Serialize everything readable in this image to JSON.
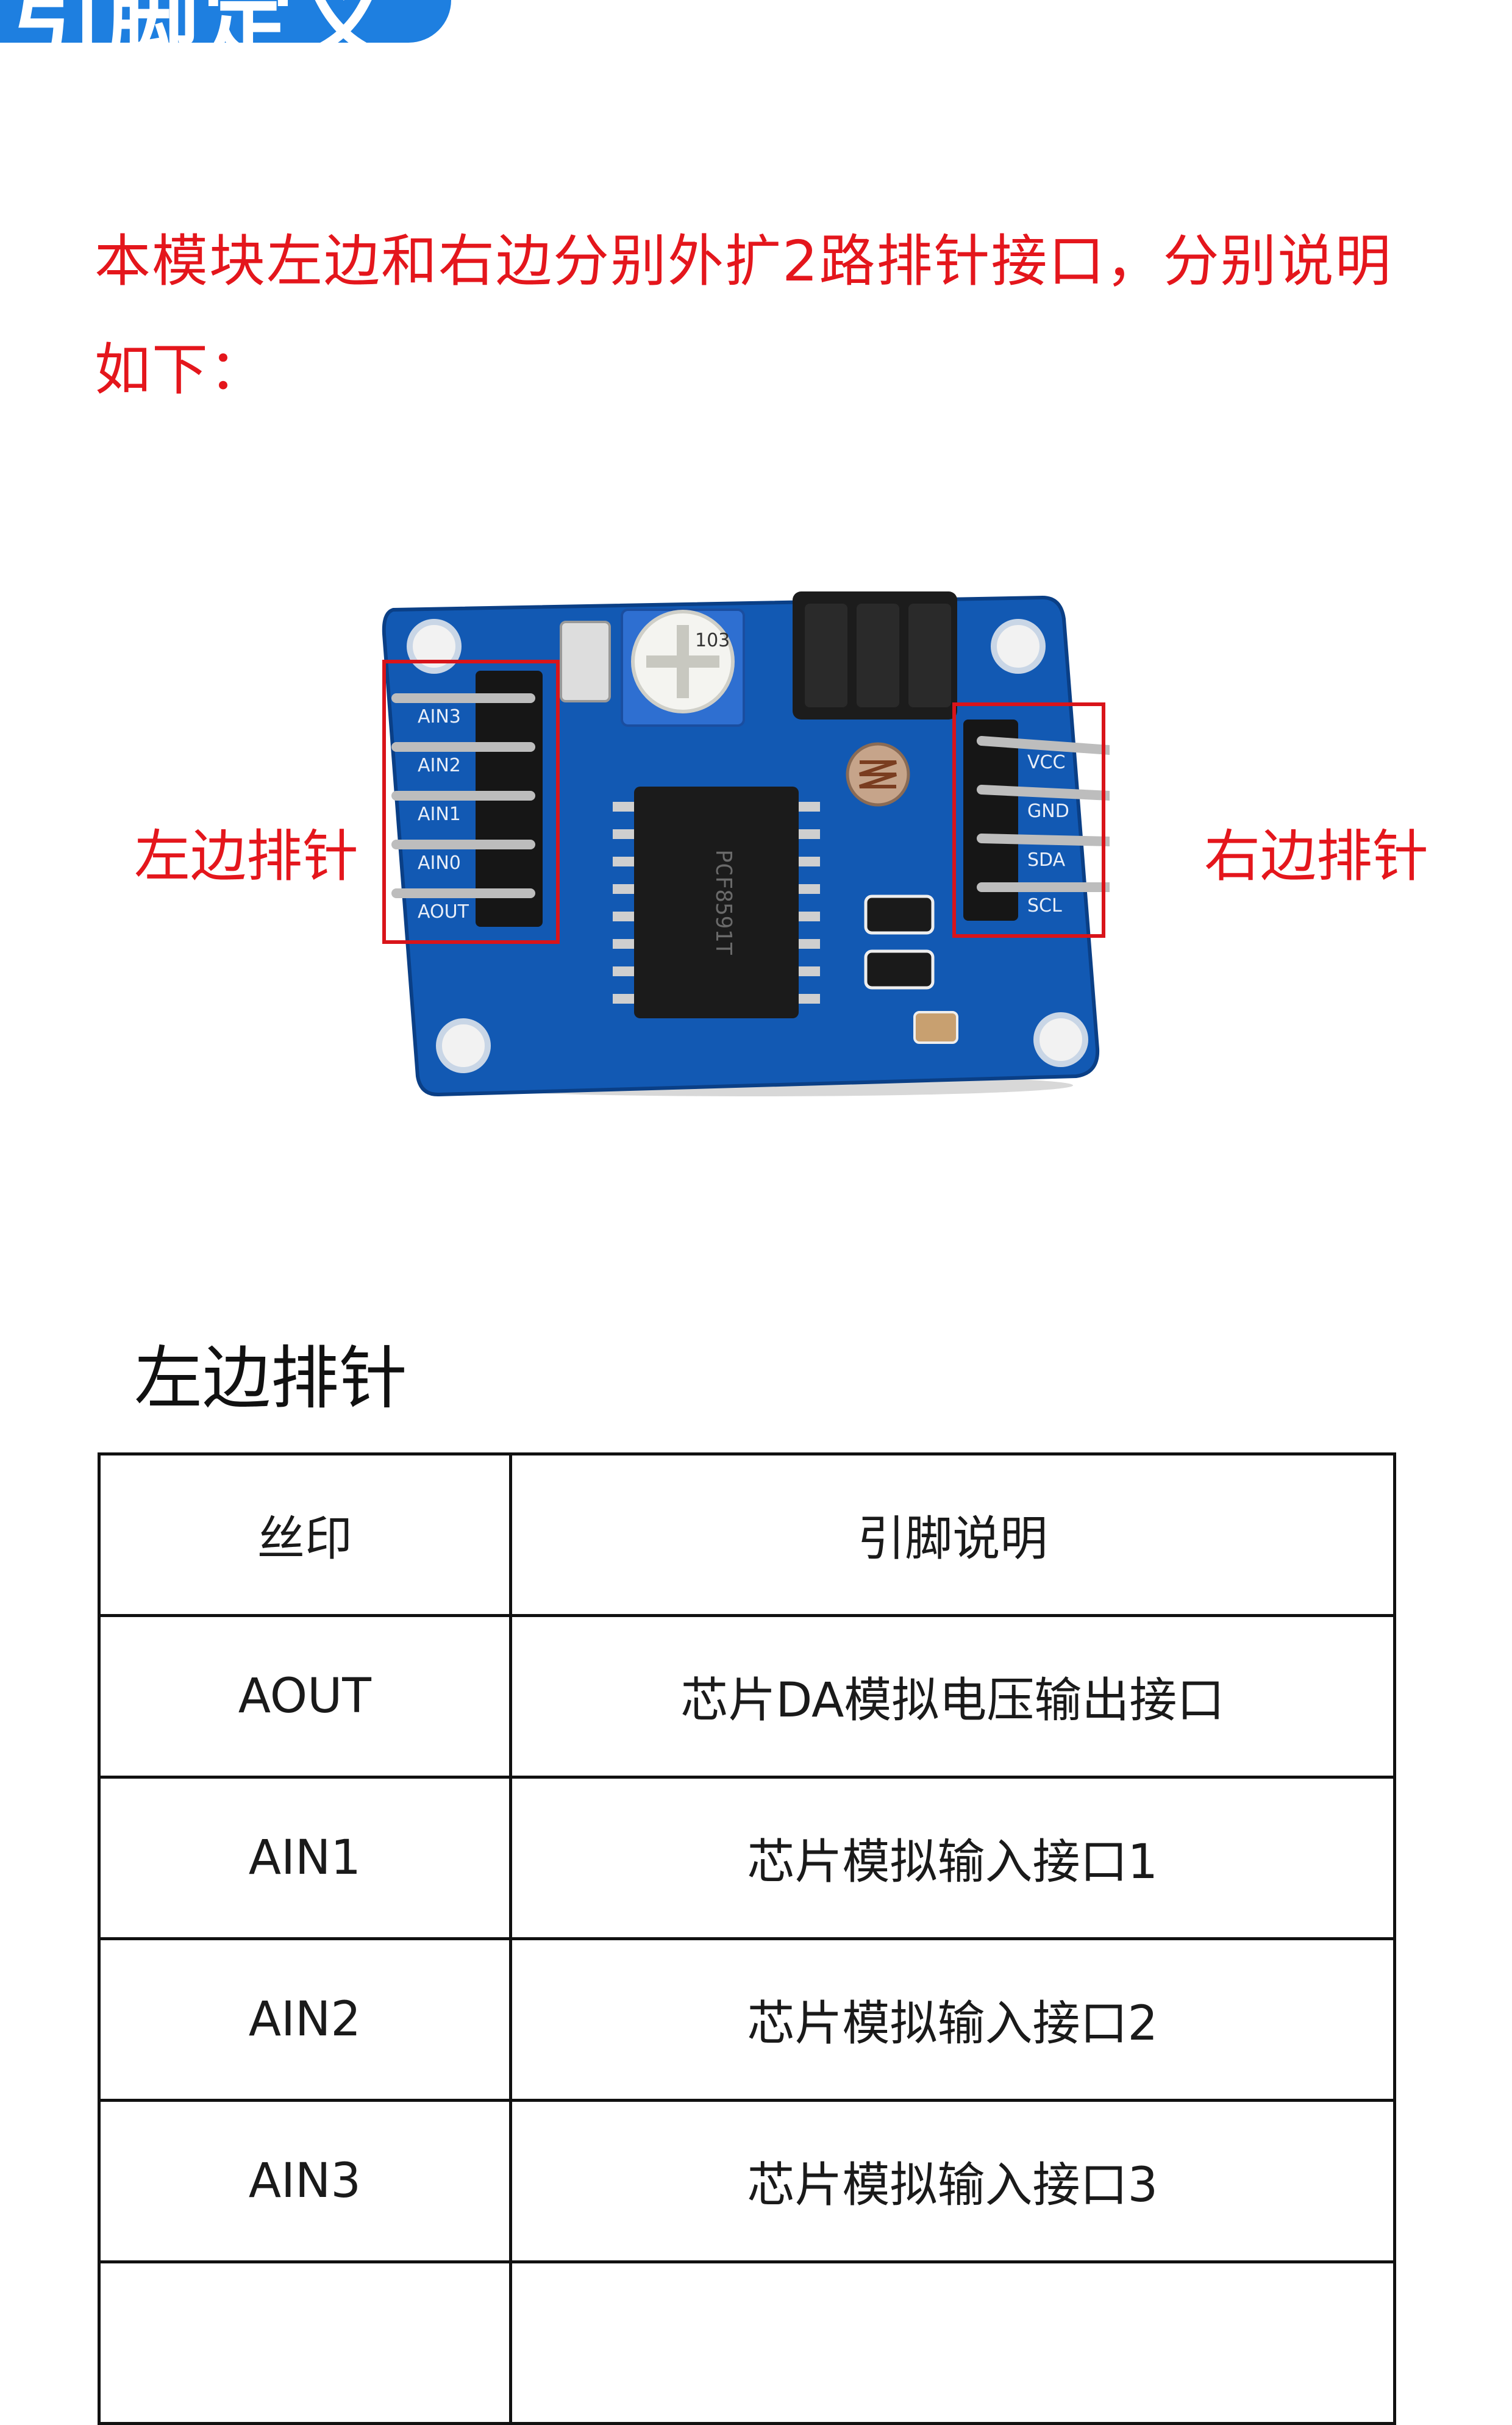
{
  "header": {
    "title": "引脚定义",
    "accent_color": "#1e7fe0"
  },
  "intro": {
    "line1": "本模块左边和右边分别外扩2路排针接口，分别说明",
    "line2": "如下：",
    "color": "#e4161c"
  },
  "photo": {
    "left_label": "左边排针",
    "right_label": "右边排针",
    "chip_text": "PCF8591T",
    "pot_text": "103",
    "left_pins": [
      "AIN3",
      "AIN2",
      "AIN1",
      "AIN0",
      "AOUT"
    ],
    "right_pins": [
      "VCC",
      "GND",
      "SDA",
      "SCL"
    ],
    "board_color": "#1259b3",
    "highlight_color": "#d9141a"
  },
  "left_header_section": {
    "title": "左边排针",
    "columns": [
      "丝印",
      "引脚说明"
    ],
    "rows": [
      {
        "silk": "AOUT",
        "desc": "芯片DA模拟电压输出接口"
      },
      {
        "silk": "AIN1",
        "desc": "芯片模拟输入接口1"
      },
      {
        "silk": "AIN2",
        "desc": "芯片模拟输入接口2"
      },
      {
        "silk": "AIN3",
        "desc": "芯片模拟输入接口3"
      },
      {
        "silk": "",
        "desc": ""
      }
    ]
  }
}
